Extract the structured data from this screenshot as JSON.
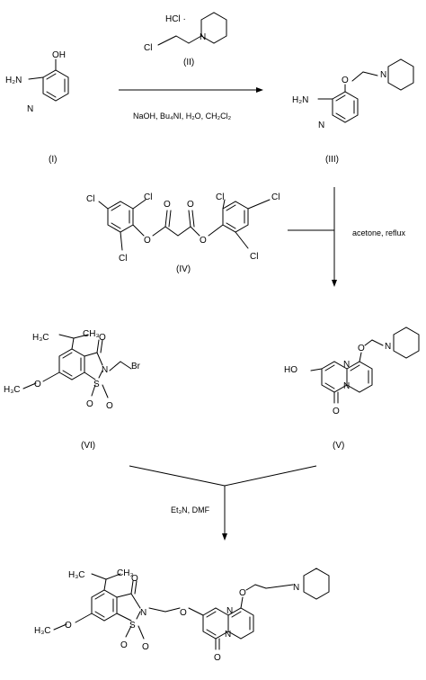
{
  "compounds": {
    "I": {
      "label": "(I)",
      "atoms": {
        "oh": "OH",
        "nh2": "H₂N",
        "n": "N"
      }
    },
    "II": {
      "label": "(II)",
      "atoms": {
        "hcl": "HCl ·",
        "cl": "Cl",
        "n": "N"
      }
    },
    "III": {
      "label": "(III)",
      "atoms": {
        "o": "O",
        "n_pip": "N",
        "nh2": "H₂N",
        "n": "N"
      }
    },
    "IV": {
      "label": "(IV)",
      "atoms": {
        "cl1": "Cl",
        "cl2": "Cl",
        "cl3": "Cl",
        "cl4": "Cl",
        "cl5": "Cl",
        "cl6": "Cl",
        "o1": "O",
        "o2": "O",
        "o3": "O",
        "o4": "O"
      }
    },
    "V": {
      "label": "(V)",
      "atoms": {
        "o_ether": "O",
        "n_pip": "N",
        "ho": "HO",
        "n1": "N",
        "n2": "N",
        "o_keto": "O"
      }
    },
    "VI": {
      "label": "(VI)",
      "atoms": {
        "h3c_a": "H₃C",
        "ch3_b": "CH₃",
        "o_keto": "O",
        "n": "N",
        "br": "Br",
        "h3c_ome": "H₃C",
        "o_ome": "O",
        "s": "S",
        "o_s1": "O",
        "o_s2": "O"
      }
    },
    "VII": {
      "atoms": {
        "h3c_a": "H₃C",
        "ch3_b": "CH₃",
        "o_keto": "O",
        "n": "N",
        "o_link": "O",
        "n_py1": "N",
        "o_ether": "O",
        "n_pip": "N",
        "n_py2": "N",
        "h3c_ome": "H₃C",
        "o_ome": "O",
        "s": "S",
        "o_s1": "O",
        "o_s2": "O",
        "o_py": "O"
      }
    }
  },
  "conditions": {
    "step1": "NaOH, Bu₄NI, H₂O, CH₂Cl₂",
    "step2": "acetone, reflux",
    "step3": "Et₃N, DMF"
  }
}
